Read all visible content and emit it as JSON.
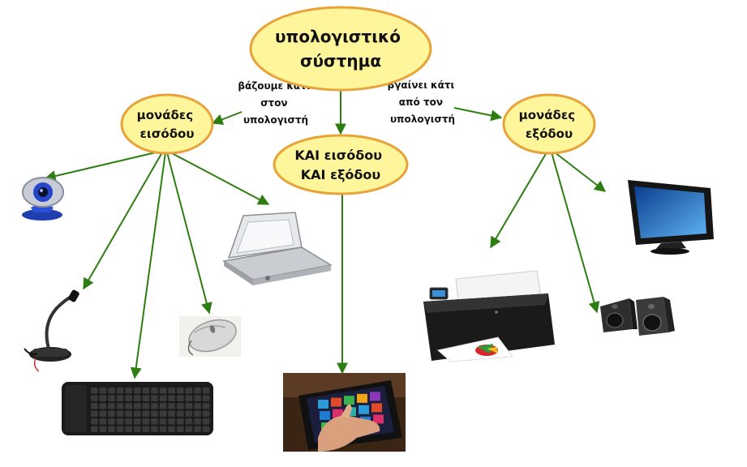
{
  "nodes": {
    "system": [
      "υπολογιστικό",
      "σύστημα"
    ],
    "input": [
      "μονάδες",
      "εισόδου"
    ],
    "both": [
      "ΚΑΙ εισόδου",
      "ΚΑΙ εξόδου"
    ],
    "output": [
      "μονάδες",
      "εξόδου"
    ]
  },
  "edges": {
    "to_input": [
      "βάζουμε κάτι",
      "στον",
      "υπολογιστή"
    ],
    "to_output": [
      "βγαίνει κάτι",
      "από τον",
      "υπολογιστή"
    ]
  },
  "colors": {
    "oval_fill": "#fff59a",
    "oval_stroke": "#e8a23a",
    "arrow": "#2e7d12"
  },
  "devices": [
    "webcam-icon",
    "microphone-icon",
    "keyboard-icon",
    "mouse-icon",
    "scanner-icon",
    "tablet-icon",
    "printer-icon",
    "monitor-icon",
    "speakers-icon"
  ]
}
